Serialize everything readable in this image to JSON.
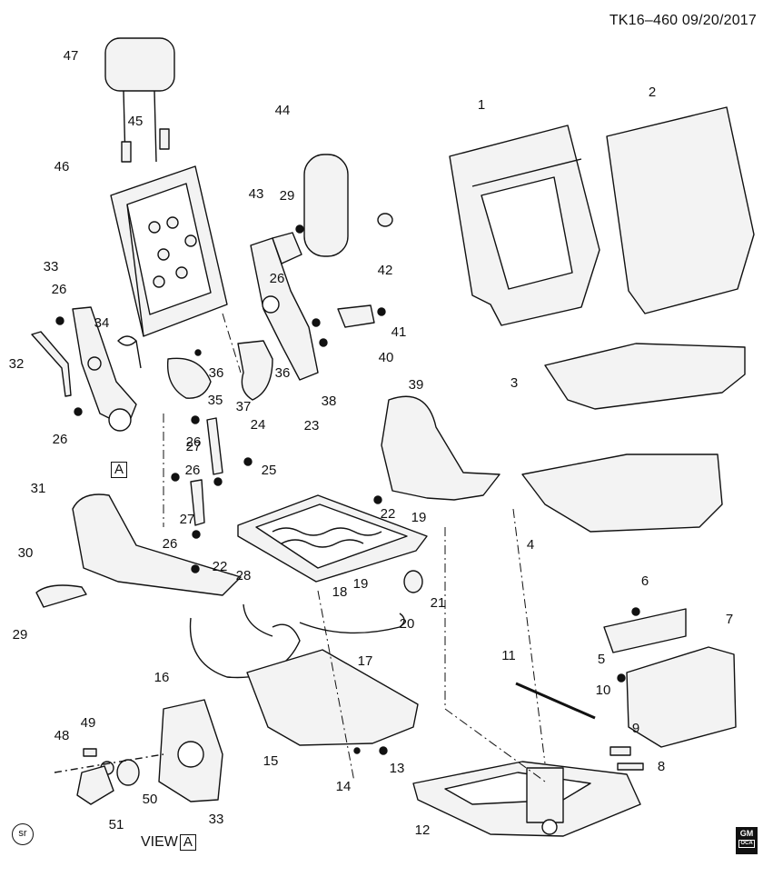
{
  "header": {
    "code": "TK16–460  09/20/2017"
  },
  "view_label": {
    "prefix": "VIEW",
    "letter": "A"
  },
  "detail_marker": "A",
  "sr_badge": "sr",
  "gm_logo": {
    "text": "GM",
    "sub": "OCA"
  },
  "colors": {
    "line": "#111111",
    "fill": "#f3f3f3",
    "light": "#e2e2e2"
  },
  "callouts": [
    "1",
    "2",
    "3",
    "4",
    "5",
    "6",
    "7",
    "8",
    "9",
    "10",
    "11",
    "12",
    "13",
    "14",
    "15",
    "16",
    "17",
    "18",
    "19",
    "19",
    "20",
    "21",
    "22",
    "22",
    "23",
    "24",
    "25",
    "26",
    "26",
    "26",
    "26",
    "26",
    "26",
    "27",
    "27",
    "28",
    "29",
    "29",
    "30",
    "31",
    "32",
    "33",
    "33",
    "34",
    "35",
    "36",
    "36",
    "37",
    "38",
    "39",
    "40",
    "41",
    "42",
    "43",
    "44",
    "45",
    "46",
    "47",
    "48",
    "49",
    "50",
    "51"
  ]
}
